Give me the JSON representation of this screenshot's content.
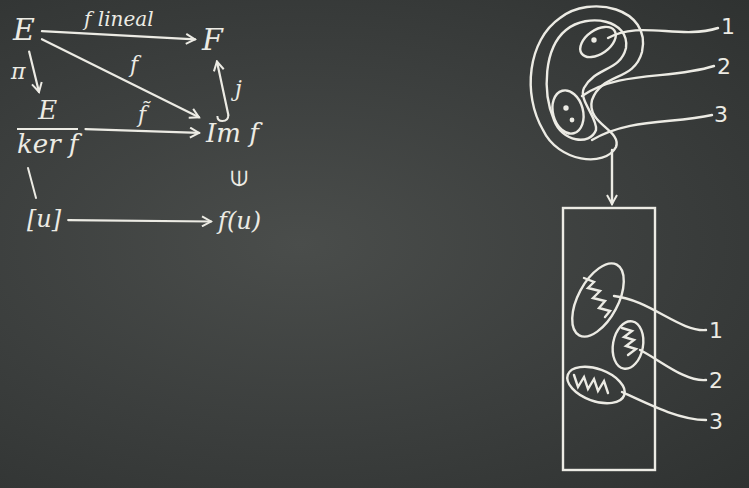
{
  "diagram": {
    "nodes": [
      {
        "text": [
          "E"
        ]
      },
      {
        "text": [
          "F"
        ]
      },
      {
        "text": [
          "E",
          "ker f"
        ]
      },
      {
        "text": [
          "Im f"
        ]
      },
      {
        "text": [
          "[u]"
        ]
      },
      {
        "text": [
          "f(u)"
        ]
      }
    ],
    "edges": [
      {
        "from": 0,
        "to": 1,
        "label": "f lineal",
        "arrow": "to"
      },
      {
        "from": 0,
        "to": 2,
        "label": "π",
        "arrow": "to"
      },
      {
        "from": 0,
        "to": 3,
        "label": "f",
        "arrow": "to"
      },
      {
        "from": 2,
        "to": 3,
        "label": "f̃",
        "arrow": "to"
      },
      {
        "from": 3,
        "to": 1,
        "label": "j",
        "arrow": "to"
      },
      {
        "from": 4,
        "to": 5,
        "arrow": "to"
      }
    ],
    "labels": [
      "∈",
      "1",
      "2",
      "3",
      "1",
      "2",
      "3"
    ]
  }
}
